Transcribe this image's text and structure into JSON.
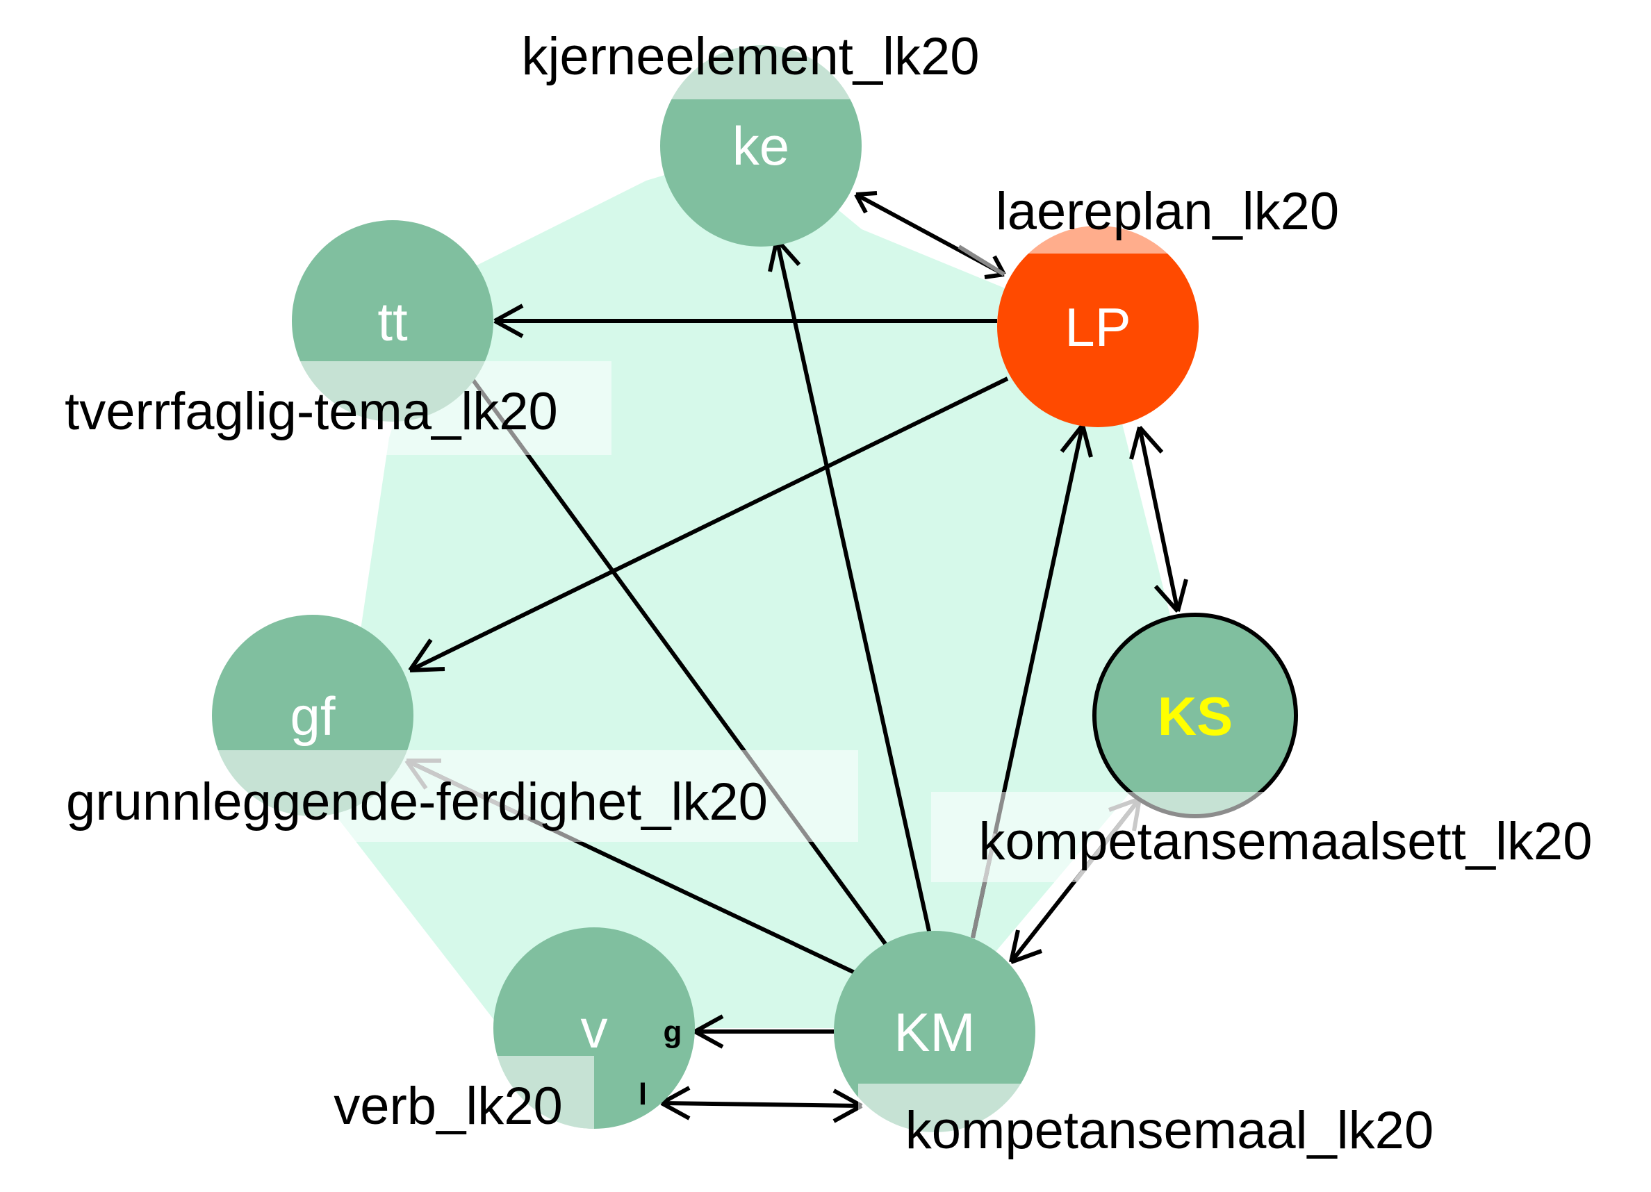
{
  "colors": {
    "hull": "#d6f9ea",
    "node_fill": "#80bf9f",
    "node_highlight": "#ff4a00",
    "label_bg": "#ffffff",
    "kernel_text": "#ffff00",
    "edge": "#000000",
    "edge_faded": "#808080"
  },
  "nodes": [
    {
      "id": "ke",
      "short": "ke",
      "name": "kjerneelement_lk20"
    },
    {
      "id": "tt",
      "short": "tt",
      "name": "tverrfaglig-tema_lk20"
    },
    {
      "id": "LP",
      "short": "LP",
      "name": "laereplan_lk20"
    },
    {
      "id": "gf",
      "short": "gf",
      "name": "grunnleggende-ferdighet_lk20"
    },
    {
      "id": "KS",
      "short": "KS",
      "name": "kompetansemaalsett_lk20"
    },
    {
      "id": "v",
      "short": "v",
      "name": "verb_lk20"
    },
    {
      "id": "KM",
      "short": "KM",
      "name": "kompetansemaal_lk20"
    }
  ],
  "edges": [
    {
      "from": "LP",
      "to": "ke",
      "bidirectional": true
    },
    {
      "from": "LP",
      "to": "tt",
      "bidirectional": false
    },
    {
      "from": "LP",
      "to": "gf",
      "bidirectional": false
    },
    {
      "from": "LP",
      "to": "KS",
      "bidirectional": true
    },
    {
      "from": "KM",
      "to": "ke",
      "bidirectional": false
    },
    {
      "from": "KM",
      "to": "tt",
      "bidirectional": false
    },
    {
      "from": "KM",
      "to": "gf",
      "bidirectional": false
    },
    {
      "from": "KM",
      "to": "LP",
      "bidirectional": false
    },
    {
      "from": "KM",
      "to": "KS",
      "bidirectional": true
    },
    {
      "from": "KM",
      "to": "v",
      "bidirectional": false,
      "label": "g"
    },
    {
      "from": "KM",
      "to": "v",
      "bidirectional": true,
      "label": "l"
    }
  ]
}
